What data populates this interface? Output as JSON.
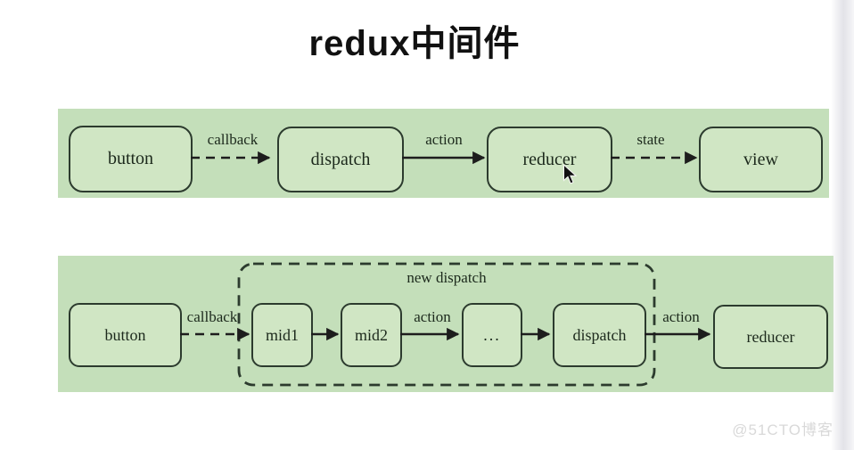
{
  "title": "redux中间件",
  "watermark": "@51CTO博客",
  "colors": {
    "panel_green": "#c4dfba",
    "node_fill": "#d0e6c4",
    "node_border": "#2c3b2e",
    "arrow_black": "#1d1d1d",
    "watermark_gray": "#d9d9d9"
  },
  "flow_top": {
    "nodes": [
      {
        "label": "button"
      },
      {
        "label": "dispatch"
      },
      {
        "label": "reducer"
      },
      {
        "label": "view"
      }
    ],
    "edges": [
      {
        "label": "callback",
        "style": "dashed"
      },
      {
        "label": "action",
        "style": "solid"
      },
      {
        "label": "state",
        "style": "dashed"
      }
    ]
  },
  "flow_bottom": {
    "group_label": "new dispatch",
    "nodes": [
      {
        "label": "button"
      },
      {
        "label": "mid1"
      },
      {
        "label": "mid2"
      },
      {
        "label": "..."
      },
      {
        "label": "dispatch"
      },
      {
        "label": "reducer"
      }
    ],
    "edges": [
      {
        "label": "callback",
        "style": "dashed"
      },
      {
        "label": "",
        "style": "solid"
      },
      {
        "label": "action",
        "style": "solid"
      },
      {
        "label": "",
        "style": "solid"
      },
      {
        "label": "action",
        "style": "solid"
      }
    ]
  }
}
